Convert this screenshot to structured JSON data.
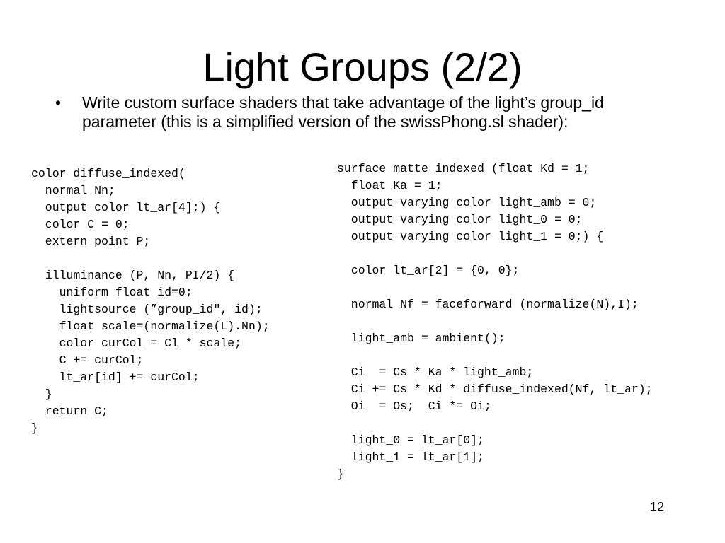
{
  "slide": {
    "title": "Light Groups (2/2)",
    "bullet_symbol": "•",
    "bullet_text": "Write custom surface shaders that take advantage of the light’s group_id parameter (this is a simplified version of the swissPhong.sl shader):",
    "page_number": "12"
  },
  "code_left": [
    "color diffuse_indexed(",
    "  normal Nn;",
    "  output color lt_ar[4];) {",
    "  color C = 0;",
    "  extern point P;",
    "",
    "  illuminance (P, Nn, PI/2) {",
    "    uniform float id=0;",
    "    lightsource (”group_id\", id);",
    "    float scale=(normalize(L).Nn);",
    "    color curCol = Cl * scale;",
    "    C += curCol;",
    "    lt_ar[id] += curCol;",
    "  }",
    "  return C;",
    "}"
  ],
  "code_right": [
    "surface matte_indexed (float Kd = 1;",
    "  float Ka = 1;",
    "  output varying color light_amb = 0;",
    "  output varying color light_0 = 0;",
    "  output varying color light_1 = 0;) {",
    "",
    "  color lt_ar[2] = {0, 0};",
    "",
    "  normal Nf = faceforward (normalize(N),I);",
    "",
    "  light_amb = ambient();",
    "",
    "  Ci  = Cs * Ka * light_amb;",
    "  Ci += Cs * Kd * diffuse_indexed(Nf, lt_ar);",
    "  Oi  = Os;  Ci *= Oi;",
    "",
    "  light_0 = lt_ar[0];",
    "  light_1 = lt_ar[1];",
    "}"
  ]
}
